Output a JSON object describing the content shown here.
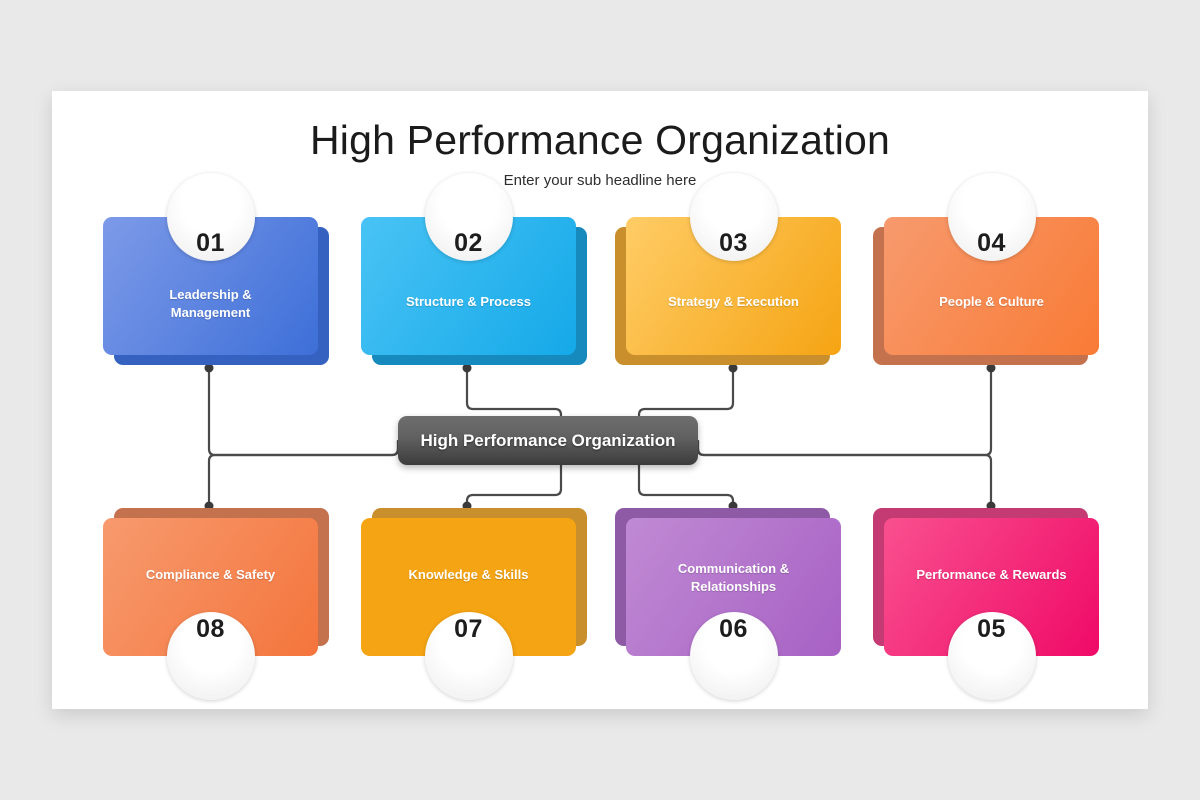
{
  "slide": {
    "title": "High Performance Organization",
    "subtitle": "Enter your sub headline here",
    "background_color": "#e9e9ea",
    "panel_color": "#ffffff"
  },
  "hub": {
    "label": "High Performance Organization",
    "color_from": "#6e6e6e",
    "color_to": "#3c3c3c",
    "text_color": "#ffffff"
  },
  "connectors": {
    "line_color": "#4a4a4a",
    "dot_color": "#3a3a3a"
  },
  "cards": [
    {
      "number": "01",
      "label": "Leadership &\nManagement",
      "label_line1": "Leadership &",
      "label_line2": "Management",
      "row": "top",
      "color_from": "#7d9ae8",
      "color_to": "#3d6fd8",
      "shadow_color": "#3561c0"
    },
    {
      "number": "02",
      "label": "Structure  & Process",
      "label_line1": "Structure  & Process",
      "label_line2": "",
      "row": "top",
      "color_from": "#49c3f5",
      "color_to": "#15a9e8",
      "shadow_color": "#1689bd"
    },
    {
      "number": "03",
      "label": "Strategy & Execution",
      "label_line1": "Strategy & Execution",
      "label_line2": "",
      "row": "top",
      "color_from": "#ffcc66",
      "color_to": "#f5a413",
      "shadow_color": "#c98f2c"
    },
    {
      "number": "04",
      "label": "People & Culture",
      "label_line1": "People & Culture",
      "label_line2": "",
      "row": "top",
      "color_from": "#f79a6e",
      "color_to": "#f97b35",
      "shadow_color": "#c4714d"
    },
    {
      "number": "05",
      "label": "Performance  & Rewards",
      "label_line1": "Performance  & Rewards",
      "label_line2": "",
      "row": "bottom",
      "color_from": "#f9508f",
      "color_to": "#ef0a67",
      "shadow_color": "#c43a73"
    },
    {
      "number": "06",
      "label": "Communication &\nRelationships",
      "label_line1": "Communication &",
      "label_line2": "Relationships",
      "row": "bottom",
      "color_from": "#c08ad4",
      "color_to": "#a761c4",
      "shadow_color": "#8f5aa5"
    },
    {
      "number": "07",
      "label": "Knowledge  & Skills",
      "label_line1": "Knowledge  & Skills",
      "label_line2": "",
      "row": "bottom",
      "color_from": "#ffc champion",
      "color_to": "#f5a413",
      "shadow_color": "#c98f2c"
    },
    {
      "number": "08",
      "label": "Compliance & Safety",
      "label_line1": "Compliance & Safety",
      "label_line2": "",
      "row": "bottom",
      "color_from": "#f79a6e",
      "color_to": "#f4753c",
      "shadow_color": "#c4714d"
    }
  ]
}
